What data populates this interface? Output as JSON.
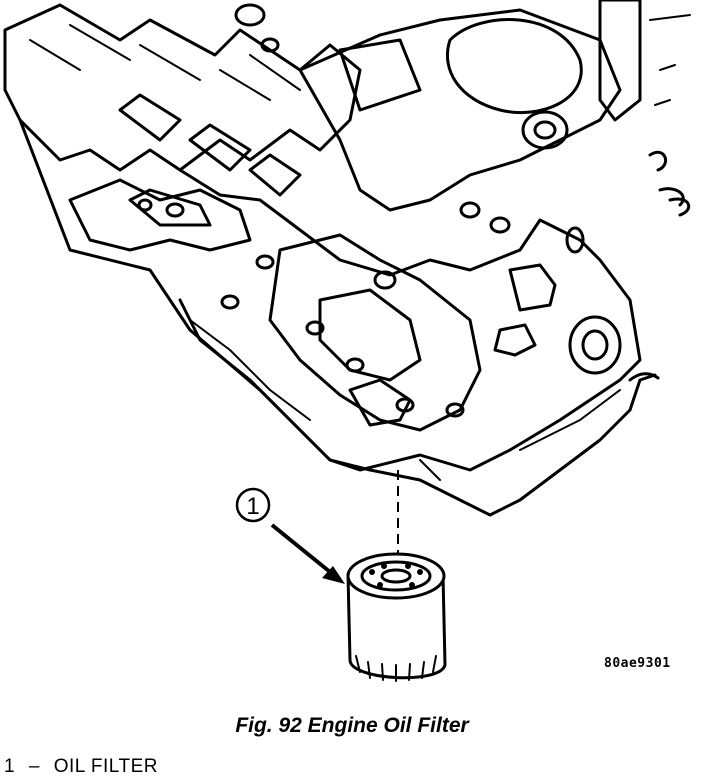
{
  "callout": {
    "number": "1"
  },
  "figure_code": "80ae9301",
  "caption": "Fig. 92 Engine Oil Filter",
  "legend": [
    {
      "number": "1",
      "dash": "–",
      "label": "OIL FILTER"
    }
  ]
}
